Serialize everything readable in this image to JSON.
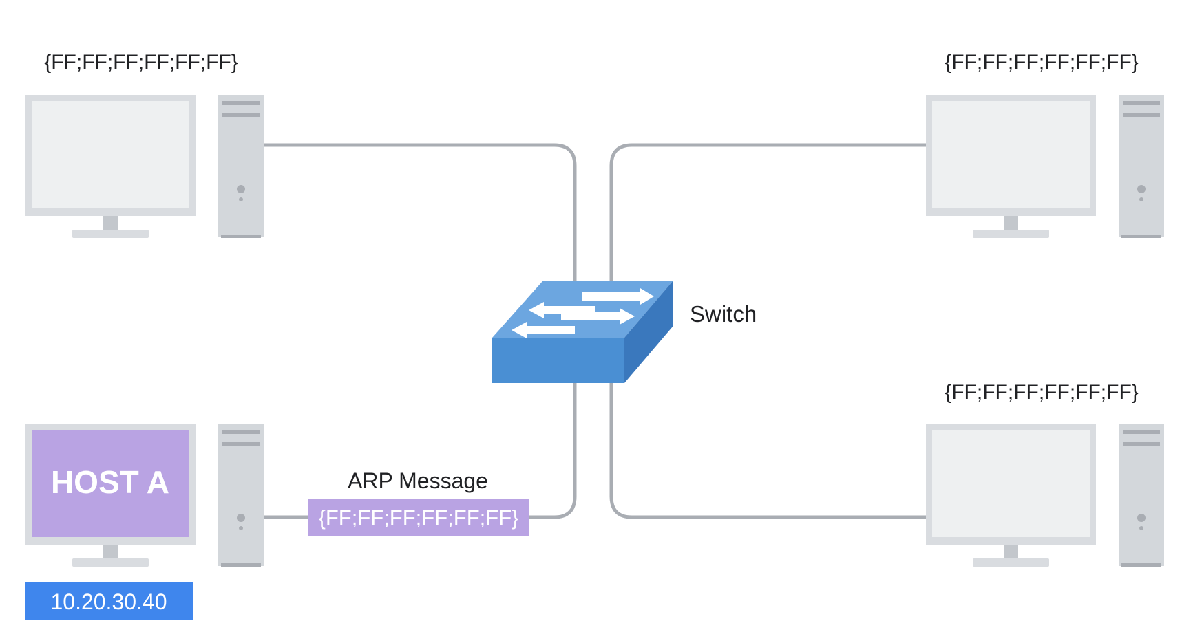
{
  "switch": {
    "label": "Switch"
  },
  "hosts": {
    "top_left": {
      "mac": "{FF;FF;FF;FF;FF;FF}"
    },
    "top_right": {
      "mac": "{FF;FF;FF;FF;FF;FF}"
    },
    "bottom_right": {
      "mac": "{FF;FF;FF;FF;FF;FF}"
    },
    "host_a": {
      "name": "HOST A",
      "ip": "10.20.30.40"
    }
  },
  "arp_message": {
    "label": "ARP Message",
    "payload": "{FF;FF;FF;FF;FF;FF}"
  },
  "colors": {
    "cable": "#a9adb3",
    "monitor_frame": "#d9dce0",
    "monitor_screen": "#eef0f1",
    "tower": "#d3d7db",
    "switch_top": "#6ca6e0",
    "switch_front": "#4a8fd3",
    "switch_side": "#3a78bd",
    "host_screen": "#b9a3e3",
    "arp_badge": "#b9a3e3",
    "ip_badge": "#3f86ed"
  }
}
